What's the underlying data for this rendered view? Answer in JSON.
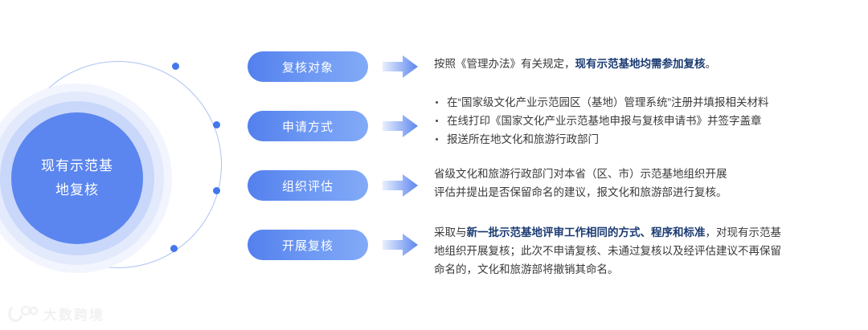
{
  "hub": {
    "title": "现有示范基地复核",
    "title_line1": "现有示范基",
    "title_line2": "地复核",
    "accent": "#5b86ef",
    "dot_color": "#4477ee",
    "dot_count": 4
  },
  "rows": [
    {
      "pill_label": "复核对象",
      "arrow": "right-arrow-icon",
      "content_type": "paragraph",
      "lines": [
        [
          {
            "text": "按照《管理办法》有关规定，",
            "bold": false
          },
          {
            "text": "现有示范基地均需参加复核",
            "bold": true
          },
          {
            "text": "。",
            "bold": false
          }
        ]
      ]
    },
    {
      "pill_label": "申请方式",
      "arrow": "right-arrow-icon",
      "content_type": "bullets",
      "bullets": [
        "在“国家级文化产业示范园区（基地）管理系统”注册并填报相关材料",
        "在线打印《国家文化产业示范基地申报与复核申请书》并签字盖章",
        "报送所在地文化和旅游行政部门"
      ]
    },
    {
      "pill_label": "组织评估",
      "arrow": "right-arrow-icon",
      "content_type": "paragraph",
      "lines": [
        [
          {
            "text": "省级文化和旅游行政部门对本省（区、市）示范基地组织开展",
            "bold": false
          }
        ],
        [
          {
            "text": "评估并提出是否保留命名的建议，报文化和旅游部进行复核。",
            "bold": false
          }
        ]
      ]
    },
    {
      "pill_label": "开展复核",
      "arrow": "right-arrow-icon",
      "content_type": "paragraph",
      "lines": [
        [
          {
            "text": "采取与",
            "bold": false
          },
          {
            "text": "新一批示范基地评审工作相同的方式、程序和标准",
            "bold": true
          },
          {
            "text": "，对现有示范基",
            "bold": false
          }
        ],
        [
          {
            "text": "地组织开展复核；此次不申请复核、未通过复核以及经评估建议不再保留",
            "bold": false
          }
        ],
        [
          {
            "text": "命名的，文化和旅游部将撤销其命名。",
            "bold": false
          }
        ]
      ]
    }
  ],
  "watermark": {
    "text": "大数跨境",
    "mark": "logo-icon"
  }
}
